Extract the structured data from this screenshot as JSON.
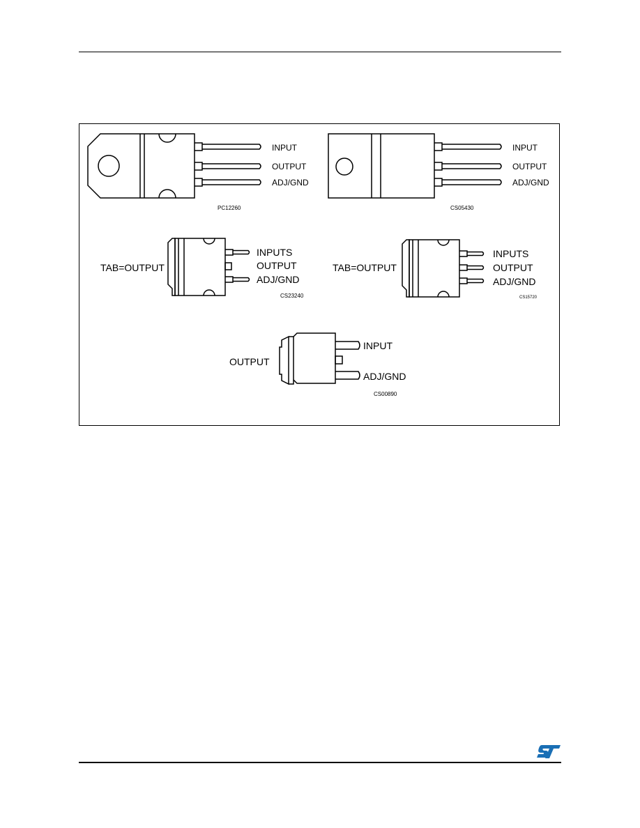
{
  "packages": [
    {
      "id": "to220",
      "pins": [
        "INPUT",
        "OUTPUT",
        "ADJ/GND"
      ],
      "code": "PC12260"
    },
    {
      "id": "to220fp",
      "pins": [
        "INPUT",
        "OUTPUT",
        "ADJ/GND"
      ],
      "code": "CS05430"
    },
    {
      "id": "d2pak",
      "tab_label": "TAB=OUTPUT",
      "pins": [
        "INPUTS",
        "OUTPUT",
        "ADJ/GND"
      ],
      "code": "CS23240"
    },
    {
      "id": "d2pak-alt",
      "tab_label": "TAB=OUTPUT",
      "pins": [
        "INPUTS",
        "OUTPUT",
        "ADJ/GND"
      ],
      "code": "CS15720"
    },
    {
      "id": "dpak",
      "tab_label": "OUTPUT",
      "pins": [
        "INPUT",
        "ADJ/GND"
      ],
      "code": "CS00890"
    }
  ],
  "colors": {
    "ink": "#000000",
    "logo": "#1a6fb5"
  },
  "logo": {
    "name": "st-logo"
  }
}
